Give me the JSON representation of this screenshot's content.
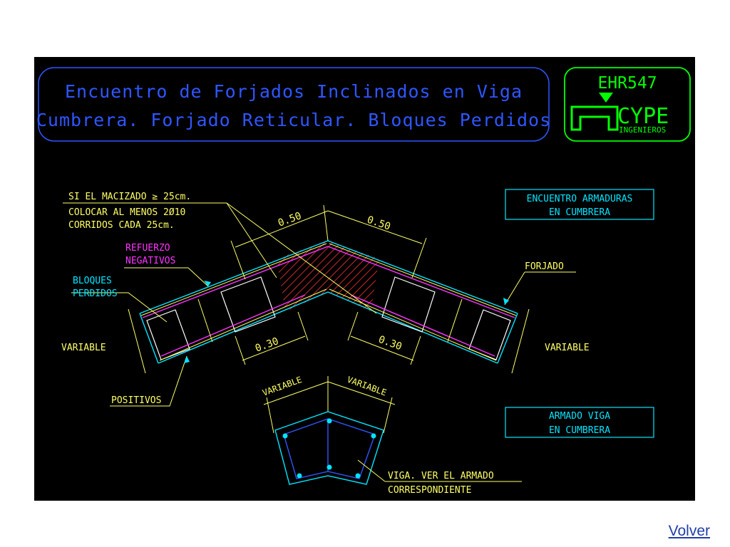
{
  "title": {
    "line1": "Encuentro de Forjados Inclinados en Viga",
    "line2": "Cumbrera. Forjado Reticular. Bloques Perdidos"
  },
  "logo": {
    "code": "EHR547",
    "brand": "CYPE",
    "sub": "INGENIEROS"
  },
  "boxes": {
    "encuentro": [
      "ENCUENTRO ARMADURAS",
      "EN CUMBRERA"
    ],
    "armado": [
      "ARMADO VIGA",
      "EN CUMBRERA"
    ]
  },
  "notes": {
    "macizado": [
      "SI EL MACIZADO ≥ 25cm.",
      "COLOCAR AL MENOS 2Ø10",
      "CORRIDOS CADA 25cm."
    ],
    "refuerzo": [
      "REFUERZO",
      "NEGATIVOS"
    ],
    "bloques": [
      "BLOQUES",
      "PERDIDOS"
    ],
    "forjado": "FORJADO",
    "positivos": "POSITIVOS",
    "variable_left": "VARIABLE",
    "variable_right": "VARIABLE",
    "viga": [
      "VIGA. VER EL ARMADO",
      "CORRESPONDIENTE"
    ]
  },
  "dimensions": {
    "top_left": "0.50",
    "top_right": "0.50",
    "bottom_left": "0.30",
    "bottom_right": "0.30",
    "beam_left": "VARIABLE",
    "beam_right": "VARIABLE"
  },
  "colors": {
    "background": "#000000",
    "title_text": "#2f56ff",
    "green": "#00ff00",
    "cyan": "#00e5ff",
    "yellow": "#ffff66",
    "magenta": "#ff33ff",
    "red": "#ff3333"
  },
  "link": {
    "label": "Volver"
  }
}
